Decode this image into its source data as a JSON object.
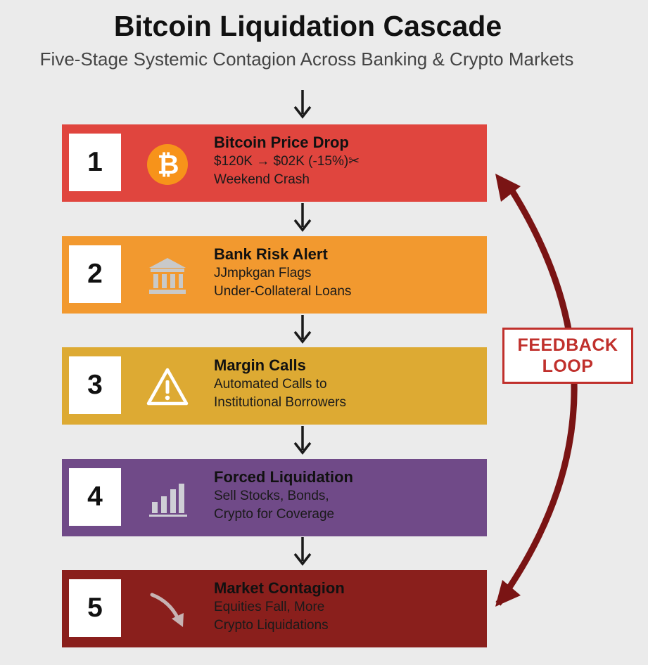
{
  "header": {
    "title": "Bitcoin Liquidation Cascade",
    "subtitle": "Five-Stage Systemic Contagion Across Banking & Crypto Markets"
  },
  "stages": [
    {
      "number": "1",
      "title": "Bitcoin Price Drop",
      "description": "$120K → $02K (-15%)✂\nWeekend Crash",
      "icon": "bitcoin-icon",
      "color": "#e0453e"
    },
    {
      "number": "2",
      "title": "Bank Risk Alert",
      "description": "JJmpkgan Flags\nUnder-Collateral Loans",
      "icon": "bank-icon",
      "color": "#f2992f"
    },
    {
      "number": "3",
      "title": "Margin Calls",
      "description": "Automated Calls to\nInstitutional Borrowers",
      "icon": "warning-icon",
      "color": "#ddaa33"
    },
    {
      "number": "4",
      "title": "Forced Liquidation",
      "description": "Sell Stocks, Bonds,\nCrypto for Coverage",
      "icon": "bar-chart-icon",
      "color": "#704a88"
    },
    {
      "number": "5",
      "title": "Market Contagion",
      "description": "Equities Fall, More\nCrypto Liquidations",
      "icon": "trend-down-arrow-icon",
      "color": "#8a1f1c"
    }
  ],
  "feedback": {
    "line1": "FEEDBACK",
    "line2": "LOOP",
    "color": "#c0302c",
    "arrow_color": "#7a1414"
  }
}
